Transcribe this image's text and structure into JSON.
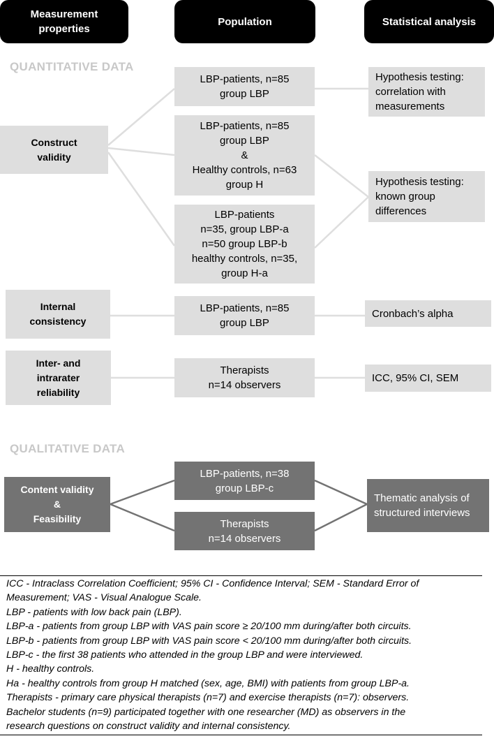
{
  "headers": {
    "measurement": "Measurement\nproperties",
    "population": "Population",
    "statistical": "Statistical analysis"
  },
  "sections": {
    "quantitative": "QUANTITATIVE DATA",
    "qualitative": "QUALITATIVE DATA"
  },
  "measurement_properties": {
    "construct_validity": "Construct\nvalidity",
    "internal_consistency": "Internal\nconsistency",
    "reliability": "Inter- and\nintrarater\nreliability",
    "content_validity": "Content validity\n&\nFeasibility"
  },
  "populations": {
    "lbp_85_a": "LBP-patients, n=85\ngroup LBP",
    "lbp_85_healthy": "LBP-patients, n=85\ngroup LBP\n&\nHealthy controls, n=63\ngroup H",
    "lbp_subgroups": "LBP-patients\nn=35, group LBP-a\nn=50 group LBP-b\nhealthy controls, n=35,\ngroup H-a",
    "lbp_85_b": "LBP-patients, n=85\ngroup LBP",
    "therapists_a": "Therapists\nn=14 observers",
    "lbp_38": "LBP-patients, n=38\ngroup LBP-c",
    "therapists_b": "Therapists\nn=14 observers"
  },
  "analyses": {
    "hyp_correlation": "Hypothesis testing:\ncorrelation with\nmeasurements",
    "hyp_known_group": "Hypothesis testing:\nknown group\ndifferences",
    "cronbach": "Cronbach’s alpha",
    "icc": "ICC, 95% CI, SEM",
    "thematic": "Thematic analysis of\nstructured interviews"
  },
  "notes": [
    "ICC - Intraclass Correlation Coefficient; 95% CI - Confidence Interval; SEM - Standard Error of",
    "Measurement; VAS - Visual Analogue Scale.",
    "LBP - patients with low back pain (LBP).",
    "LBP-a - patients from group LBP with VAS pain score ≥ 20/100 mm during/after both circuits.",
    "LBP-b - patients from group LBP with VAS pain score < 20/100 mm during/after both circuits.",
    "LBP-c - the first 38 patients who attended in the group LBP and were interviewed.",
    "H - healthy controls.",
    "Ha - healthy controls from group H matched (sex, age, BMI) with patients from group LBP-a.",
    "Therapists - primary care physical therapists (n=7) and exercise therapists (n=7): observers.",
    "Bachelor students (n=9) participated together with one researcher (MD) as observers in the",
    "research questions on construct validity and internal consistency."
  ],
  "colors": {
    "header_bg": "#000000",
    "light_box": "#dedede",
    "dark_box": "#737373",
    "quant_connector": "#dedede",
    "qual_connector": "#737373",
    "section_title": "#c8c8c8"
  }
}
